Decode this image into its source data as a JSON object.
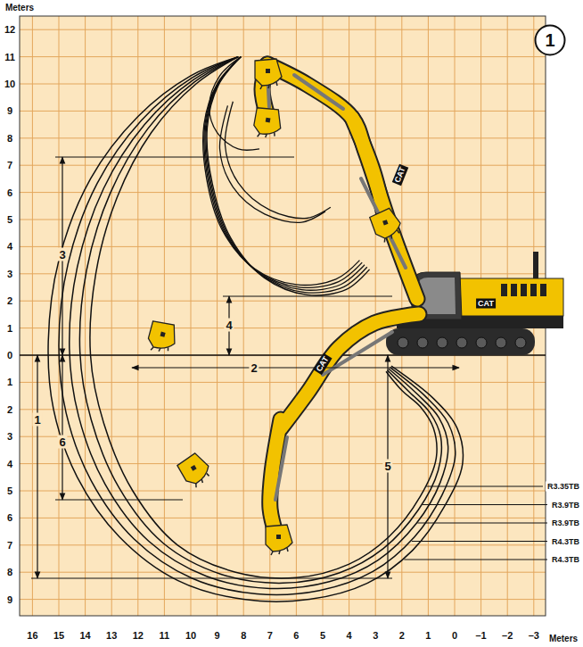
{
  "diagram": {
    "nodes": [
      {
        "text": [
          "1"
        ]
      }
    ],
    "labels": [
      "Meters",
      "12",
      "11",
      "10",
      "9",
      "8",
      "7",
      "6",
      "5",
      "4",
      "3",
      "2",
      "1",
      "0",
      "1",
      "2",
      "3",
      "4",
      "5",
      "6",
      "7",
      "8",
      "9",
      "3",
      "CAT",
      "CAT",
      "4",
      "2",
      "CAT",
      "6",
      "1",
      "5",
      "R3.35TB",
      "R3.9TB",
      "R3.9TB",
      "R4.3TB",
      "R4.3TB",
      "16",
      "15",
      "14",
      "13",
      "12",
      "11",
      "10",
      "9",
      "8",
      "7",
      "6",
      "5",
      "4",
      "3",
      "2",
      "1",
      "0",
      "–1",
      "–2",
      "–3",
      "Meters"
    ]
  }
}
